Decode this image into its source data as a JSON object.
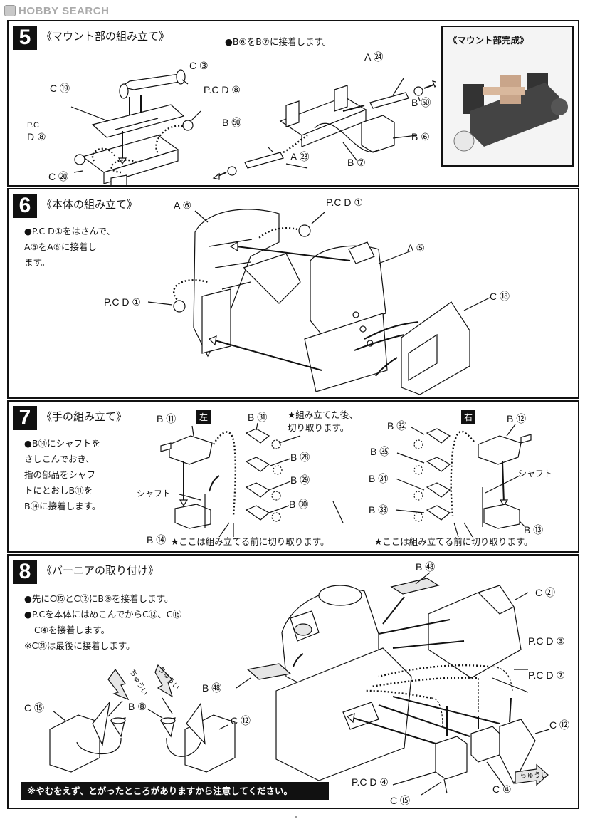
{
  "header": {
    "logo_text": "HOBBY SEARCH",
    "logo_icon": "hobbysearch-logo-icon"
  },
  "step5": {
    "num": "5",
    "title": "《マウント部の組み立て》",
    "note": "●B⑥をB⑦に接着します。",
    "photo_caption": "《マウント部完成》",
    "labels": {
      "c3": "C ③",
      "c19": "C ⑲",
      "pcd8a": "P.C D ⑧",
      "pc": "P.C",
      "d8": "D ⑧",
      "c20": "C ⑳",
      "a24": "A ㉔",
      "b51a": "B ㊿",
      "b51b": "B ㊿",
      "a23": "A ㉓",
      "b6": "B ⑥",
      "b7": "B ⑦"
    }
  },
  "step6": {
    "num": "6",
    "title": "《本体の組み立て》",
    "note_lines": [
      "●P.C D①をはさんで、",
      "A⑤をA⑥に接着し",
      "ます。"
    ],
    "labels": {
      "a6": "A ⑥",
      "pcd1a": "P.C D ①",
      "a5": "A ⑤",
      "pcd1b": "P.C D ①",
      "c18": "C ⑱"
    }
  },
  "step7": {
    "num": "7",
    "title": "《手の組み立て》",
    "note_lines": [
      "●B⑭にシャフトを",
      "さしこんでおき、",
      "指の部品をシャフ",
      "トにとおしB⑪を",
      "B⑭に接着します。"
    ],
    "left_tag": "左",
    "right_tag": "右",
    "star_note": "★組み立てた後、切り取ります。",
    "star_note_lines": [
      "★組み立てた後、",
      "切り取ります。"
    ],
    "bottom_note_left": "★ここは組み立てる前に切り取ります。",
    "bottom_note_right": "★ここは組み立てる前に切り取ります。",
    "labels": {
      "b11": "B ⑪",
      "b31": "B ㉛",
      "b28": "B ㉘",
      "b29": "B ㉙",
      "b30": "B ㉚",
      "shaft_l": "シャフト",
      "b14": "B ⑭",
      "b32": "B ㉜",
      "b35": "B ㉟",
      "b34": "B ㉞",
      "b33": "B ㉝",
      "b12": "B ⑫",
      "shaft_r": "シャフト",
      "b13": "B ⑬"
    }
  },
  "step8": {
    "num": "8",
    "title": "《バーニアの取り付け》",
    "note_lines": [
      "●先にC⑮とC⑫にB⑧を接着します。",
      "●P.Cを本体にはめこんでからC⑫、C⑮",
      "C④を接着します。",
      "※C㉑は最後に接着します。"
    ],
    "caution": "ちゅうい",
    "warning": "※やむをえず、とがったところがありますから注意してください。",
    "labels": {
      "b48a": "B ㊽",
      "c21": "C ㉑",
      "pcd3": "P.C D ③",
      "pcd7": "P.C D ⑦",
      "b48b": "B ㊽",
      "c15a": "C ⑮",
      "b8": "B ⑧",
      "c12a": "C ⑫",
      "c12b": "C ⑫",
      "pcd4": "P.C D ④",
      "c15b": "C ⑮",
      "c4": "C ④"
    }
  }
}
